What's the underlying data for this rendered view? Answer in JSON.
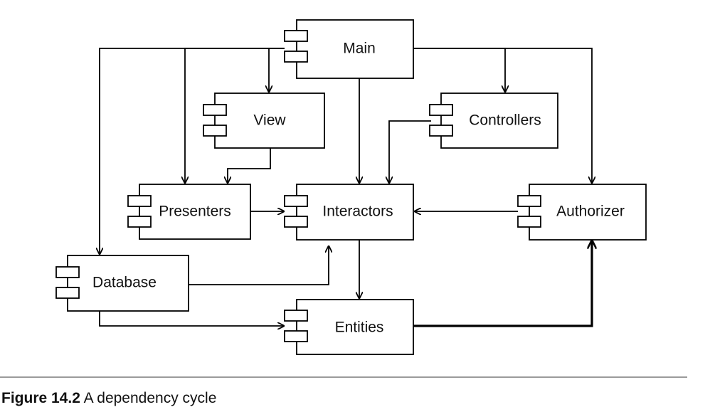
{
  "components": {
    "main": "Main",
    "view": "View",
    "controllers": "Controllers",
    "presenters": "Presenters",
    "interactors": "Interactors",
    "authorizer": "Authorizer",
    "database": "Database",
    "entities": "Entities"
  },
  "caption": {
    "label": "Figure 14.2",
    "text": "A dependency cycle"
  }
}
